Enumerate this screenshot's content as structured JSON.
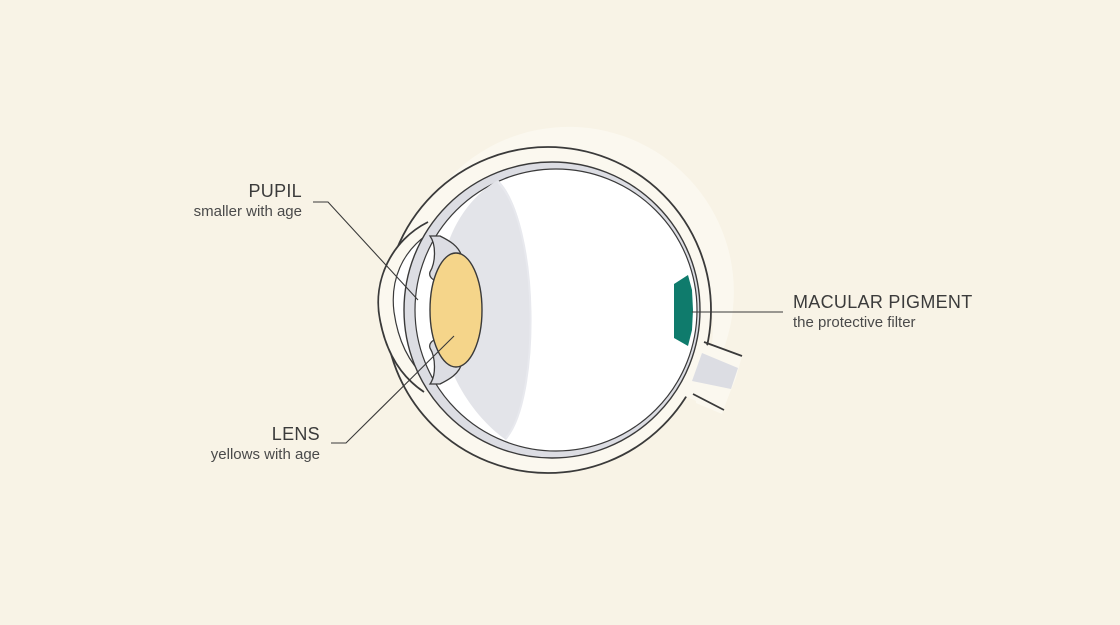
{
  "diagram": {
    "labels": {
      "pupil": {
        "title": "PUPIL",
        "subtitle": "smaller with age"
      },
      "lens": {
        "title": "LENS",
        "subtitle": "yellows with age"
      },
      "macula": {
        "title": "MACULAR PIGMENT",
        "subtitle": "the protective filter"
      }
    }
  },
  "colors": {
    "background": "#f8f3e6",
    "outline": "#3a3a3a",
    "sclera_fill": "#fbf8ef",
    "choroid_fill": "#dcdde3",
    "vitreous_fill": "#ffffff",
    "lens_fill": "#f5d58a",
    "macular_pigment": "#0f7b6c"
  }
}
